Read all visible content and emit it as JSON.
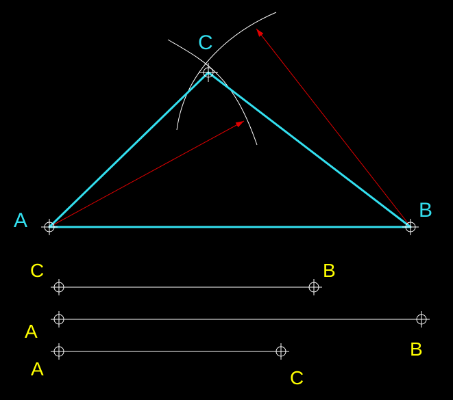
{
  "colors": {
    "background": "#000000",
    "triangle": "#33e0f0",
    "vertex_label": "#33e0f0",
    "segment_label": "#ffff00",
    "construction": "#ffffff",
    "radius_arrow": "#e00000"
  },
  "triangle": {
    "vertex_a": "A",
    "vertex_b": "B",
    "vertex_c": "C"
  },
  "segments": {
    "cb": {
      "start": "C",
      "end": "B"
    },
    "ab": {
      "start": "A",
      "end": "B"
    },
    "ac": {
      "start": "A",
      "end": "C"
    }
  },
  "icons": {
    "point_marker": "crosshair-circle-icon",
    "arrowhead": "arrowhead-icon"
  }
}
